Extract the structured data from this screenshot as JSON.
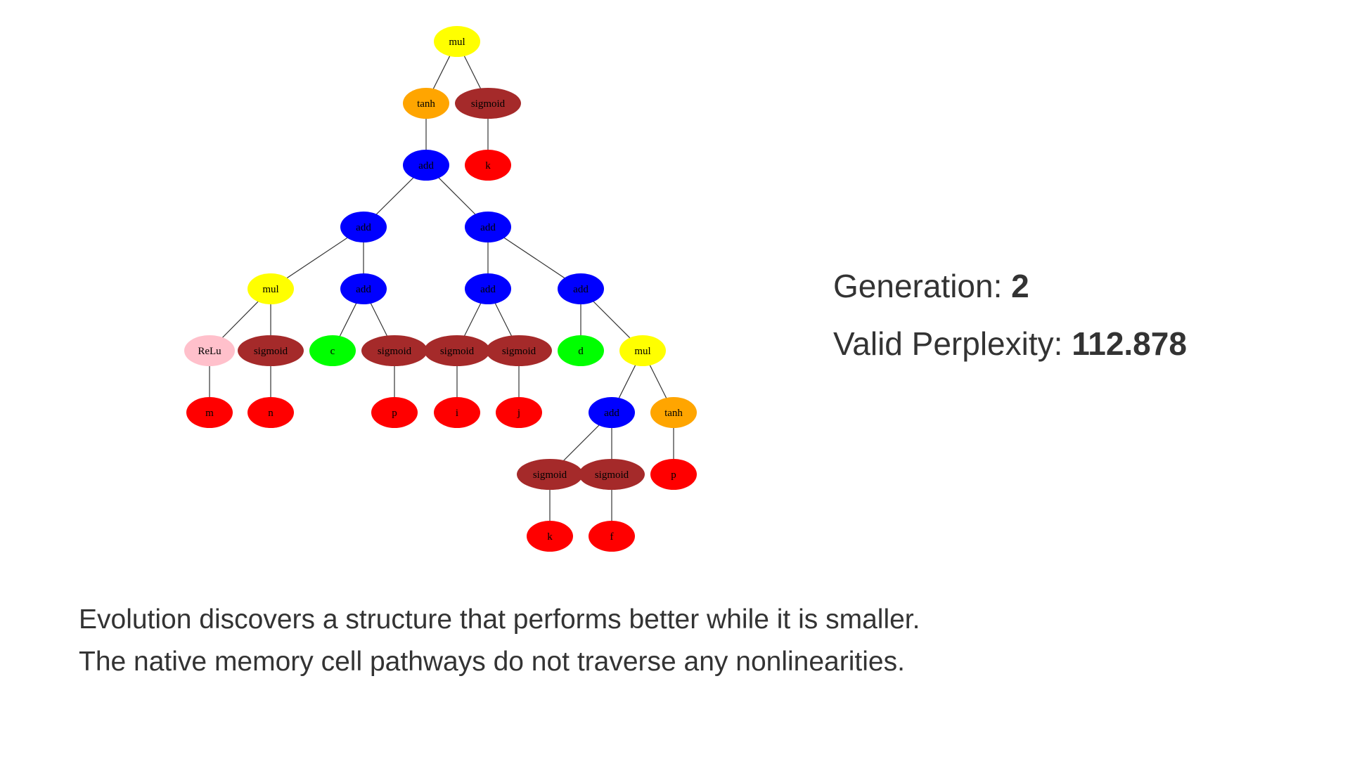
{
  "stats": {
    "generation_label": "Generation: ",
    "generation_value": "2",
    "perplexity_label": "Valid Perplexity: ",
    "perplexity_value": "112.878"
  },
  "captions": [
    "Evolution discovers a structure that performs better while it is smaller.",
    "The native memory cell pathways do not traverse any nonlinearities."
  ],
  "colors": {
    "mul": "#ffff00",
    "tanh": "#ffa500",
    "sigmoid": "#a52a2a",
    "add": "#0000ff",
    "input": "#ff0000",
    "const": "#00ff00",
    "relu": "#ffc0cb",
    "edge": "#333333"
  },
  "tree": {
    "nodes": [
      {
        "label": "mul",
        "kind": "mul",
        "parent": null
      },
      {
        "label": "tanh",
        "kind": "tanh",
        "parent": 0
      },
      {
        "label": "sigmoid",
        "kind": "sigmoid",
        "parent": 0
      },
      {
        "label": "add",
        "kind": "add",
        "parent": 1
      },
      {
        "label": "k",
        "kind": "input",
        "parent": 2
      },
      {
        "label": "add",
        "kind": "add",
        "parent": 3
      },
      {
        "label": "add",
        "kind": "add",
        "parent": 3
      },
      {
        "label": "mul",
        "kind": "mul",
        "parent": 5
      },
      {
        "label": "add",
        "kind": "add",
        "parent": 5
      },
      {
        "label": "add",
        "kind": "add",
        "parent": 6
      },
      {
        "label": "add",
        "kind": "add",
        "parent": 6
      },
      {
        "label": "ReLu",
        "kind": "relu",
        "parent": 7
      },
      {
        "label": "sigmoid",
        "kind": "sigmoid",
        "parent": 7
      },
      {
        "label": "c",
        "kind": "const",
        "parent": 8
      },
      {
        "label": "sigmoid",
        "kind": "sigmoid",
        "parent": 8
      },
      {
        "label": "sigmoid",
        "kind": "sigmoid",
        "parent": 9
      },
      {
        "label": "sigmoid",
        "kind": "sigmoid",
        "parent": 9
      },
      {
        "label": "d",
        "kind": "const",
        "parent": 10
      },
      {
        "label": "mul",
        "kind": "mul",
        "parent": 10
      },
      {
        "label": "m",
        "kind": "input",
        "parent": 11
      },
      {
        "label": "n",
        "kind": "input",
        "parent": 12
      },
      {
        "label": "p",
        "kind": "input",
        "parent": 14
      },
      {
        "label": "i",
        "kind": "input",
        "parent": 15
      },
      {
        "label": "j",
        "kind": "input",
        "parent": 16
      },
      {
        "label": "add",
        "kind": "add",
        "parent": 18
      },
      {
        "label": "tanh",
        "kind": "tanh",
        "parent": 18
      },
      {
        "label": "sigmoid",
        "kind": "sigmoid",
        "parent": 24
      },
      {
        "label": "sigmoid",
        "kind": "sigmoid",
        "parent": 24
      },
      {
        "label": "p",
        "kind": "input",
        "parent": 25
      },
      {
        "label": "k",
        "kind": "input",
        "parent": 26
      },
      {
        "label": "f",
        "kind": "input",
        "parent": 27
      }
    ]
  }
}
